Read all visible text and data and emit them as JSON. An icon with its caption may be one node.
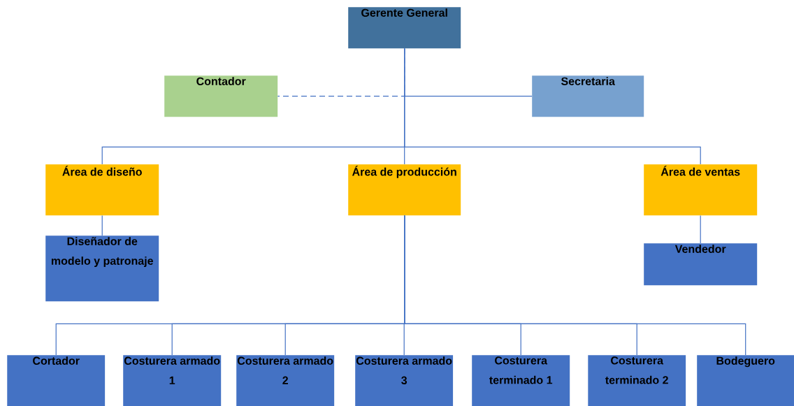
{
  "diagram": {
    "nodes": [
      {
        "text": [
          "Gerente General"
        ]
      },
      {
        "text": [
          "Contador"
        ]
      },
      {
        "text": [
          "Secretaria"
        ]
      },
      {
        "text": [
          "Área de diseño"
        ]
      },
      {
        "text": [
          "Área de producción"
        ]
      },
      {
        "text": [
          "Área de ventas"
        ]
      },
      {
        "text": [
          "Diseñador de modelo y patronaje"
        ]
      },
      {
        "text": [
          "Vendedor"
        ]
      },
      {
        "text": [
          "Cortador"
        ]
      },
      {
        "text": [
          "Costurera armado 1"
        ]
      },
      {
        "text": [
          "Costurera armado 2"
        ]
      },
      {
        "text": [
          "Costurera armado 3"
        ]
      },
      {
        "text": [
          "Costurera terminado 1"
        ]
      },
      {
        "text": [
          "Costurera terminado 2"
        ]
      },
      {
        "text": [
          "Bodeguero"
        ]
      }
    ],
    "edges": [
      {
        "from": 0,
        "to": 1,
        "arrow": "none",
        "style": "dashed"
      },
      {
        "from": 0,
        "to": 2,
        "arrow": "none"
      },
      {
        "from": 0,
        "to": 3,
        "arrow": "none"
      },
      {
        "from": 0,
        "to": 4,
        "arrow": "none"
      },
      {
        "from": 0,
        "to": 5,
        "arrow": "none"
      },
      {
        "from": 3,
        "to": 6,
        "arrow": "none"
      },
      {
        "from": 5,
        "to": 7,
        "arrow": "none"
      },
      {
        "from": 4,
        "to": 8,
        "arrow": "none"
      },
      {
        "from": 4,
        "to": 9,
        "arrow": "none"
      },
      {
        "from": 4,
        "to": 10,
        "arrow": "none"
      },
      {
        "from": 4,
        "to": 11,
        "arrow": "none"
      },
      {
        "from": 4,
        "to": 12,
        "arrow": "none"
      },
      {
        "from": 4,
        "to": 13,
        "arrow": "none"
      },
      {
        "from": 4,
        "to": 14,
        "arrow": "none"
      }
    ]
  }
}
